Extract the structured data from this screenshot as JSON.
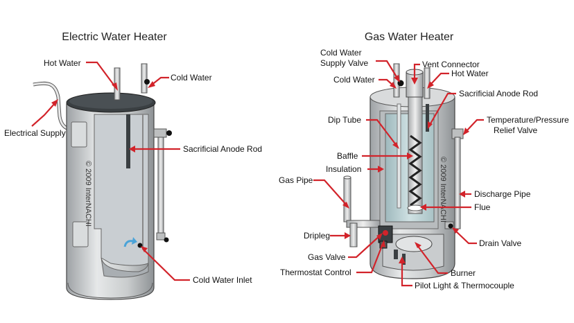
{
  "electric": {
    "title": "Electric Water Heater",
    "labels": {
      "hot_water": "Hot Water",
      "cold_water": "Cold Water",
      "electrical_supply": "Electrical Supply",
      "sacrificial_anode_rod": "Sacrificial Anode Rod",
      "cold_water_inlet": "Cold Water Inlet"
    },
    "copyright": "© 2009 InterNACHI"
  },
  "gas": {
    "title": "Gas Water Heater",
    "labels": {
      "cold_water_supply_valve_1": "Cold Water",
      "cold_water_supply_valve_2": "Supply Valve",
      "vent_connector": "Vent Connector",
      "hot_water": "Hot Water",
      "cold_water": "Cold Water",
      "sacrificial_anode_rod": "Sacrificial Anode Rod",
      "dip_tube": "Dip Tube",
      "tpr_valve_1": "Temperature/Pressure",
      "tpr_valve_2": "Relief Valve",
      "baffle": "Baffle",
      "insulation": "Insulation",
      "gas_pipe": "Gas Pipe",
      "discharge_pipe": "Discharge Pipe",
      "flue": "Flue",
      "dripleg": "Dripleg",
      "drain_valve": "Drain Valve",
      "gas_valve": "Gas Valve",
      "burner": "Burner",
      "thermostat_control": "Thermostat Control",
      "pilot_light": "Pilot Light & Thermocouple"
    },
    "copyright": "© 2009 InterNACHI"
  },
  "colors": {
    "leader": "#d2232a",
    "tank": "#c8cbcd",
    "water": "#bcd3d6",
    "lid": "#3a3f42"
  }
}
